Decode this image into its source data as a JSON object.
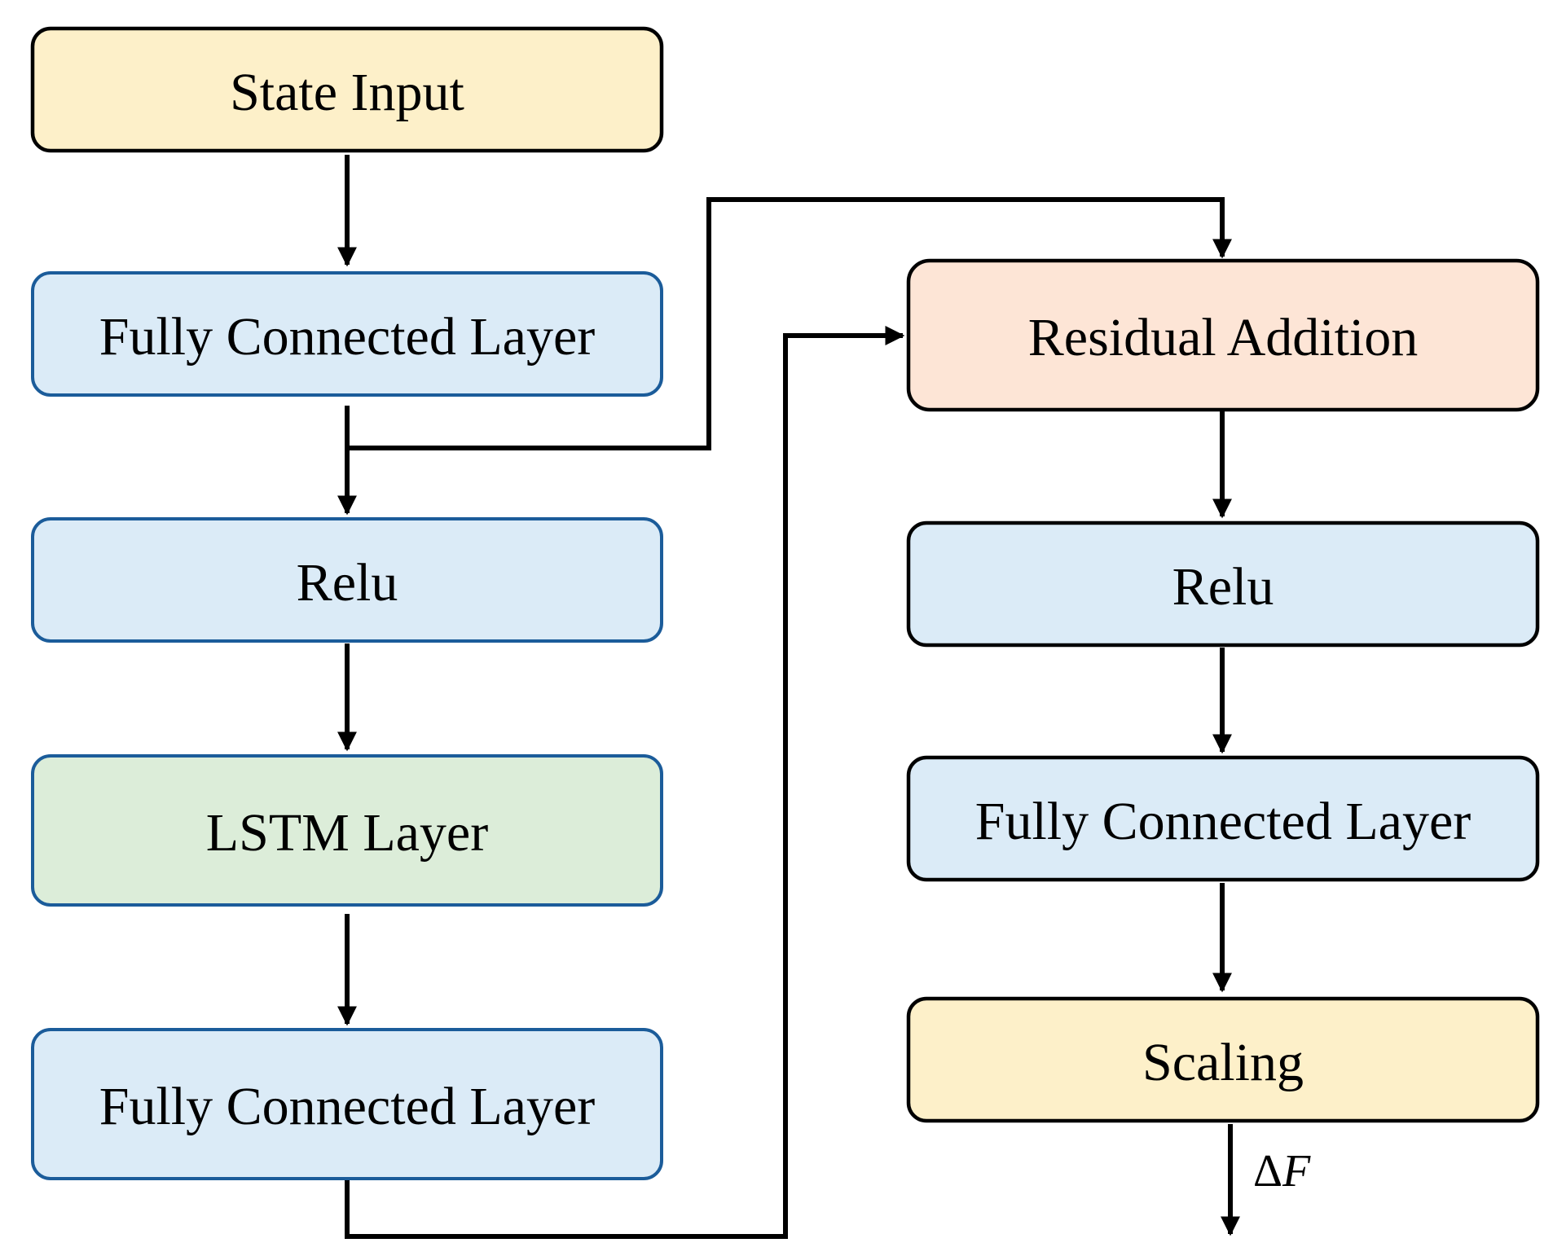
{
  "nodes": [
    {
      "id": "state-input",
      "label": "State Input",
      "fill": "#fdf0c9",
      "stroke": "#000000"
    },
    {
      "id": "fc-1",
      "label": "Fully Connected Layer",
      "fill": "#dbebf7",
      "stroke": "#1b5c9a"
    },
    {
      "id": "relu-1",
      "label": "Relu",
      "fill": "#dbebf7",
      "stroke": "#1b5c9a"
    },
    {
      "id": "lstm",
      "label": "LSTM Layer",
      "fill": "#dcedd9",
      "stroke": "#1b5c9a"
    },
    {
      "id": "fc-2",
      "label": "Fully Connected Layer",
      "fill": "#dbebf7",
      "stroke": "#1b5c9a"
    },
    {
      "id": "residual",
      "label": "Residual Addition",
      "fill": "#fde5d6",
      "stroke": "#000000"
    },
    {
      "id": "relu-2",
      "label": "Relu",
      "fill": "#dbebf7",
      "stroke": "#000000"
    },
    {
      "id": "fc-3",
      "label": "Fully Connected Layer",
      "fill": "#dbebf7",
      "stroke": "#000000"
    },
    {
      "id": "scaling",
      "label": "Scaling",
      "fill": "#fdf0c9",
      "stroke": "#000000"
    }
  ],
  "edges": [
    {
      "from": "state-input",
      "to": "fc-1"
    },
    {
      "from": "fc-1",
      "to": "relu-1"
    },
    {
      "from": "fc-1",
      "to": "residual"
    },
    {
      "from": "relu-1",
      "to": "lstm"
    },
    {
      "from": "lstm",
      "to": "fc-2"
    },
    {
      "from": "fc-2",
      "to": "residual"
    },
    {
      "from": "residual",
      "to": "relu-2"
    },
    {
      "from": "relu-2",
      "to": "fc-3"
    },
    {
      "from": "fc-3",
      "to": "scaling"
    }
  ],
  "output": {
    "label_symbol": "Δ",
    "label_var": "F"
  }
}
